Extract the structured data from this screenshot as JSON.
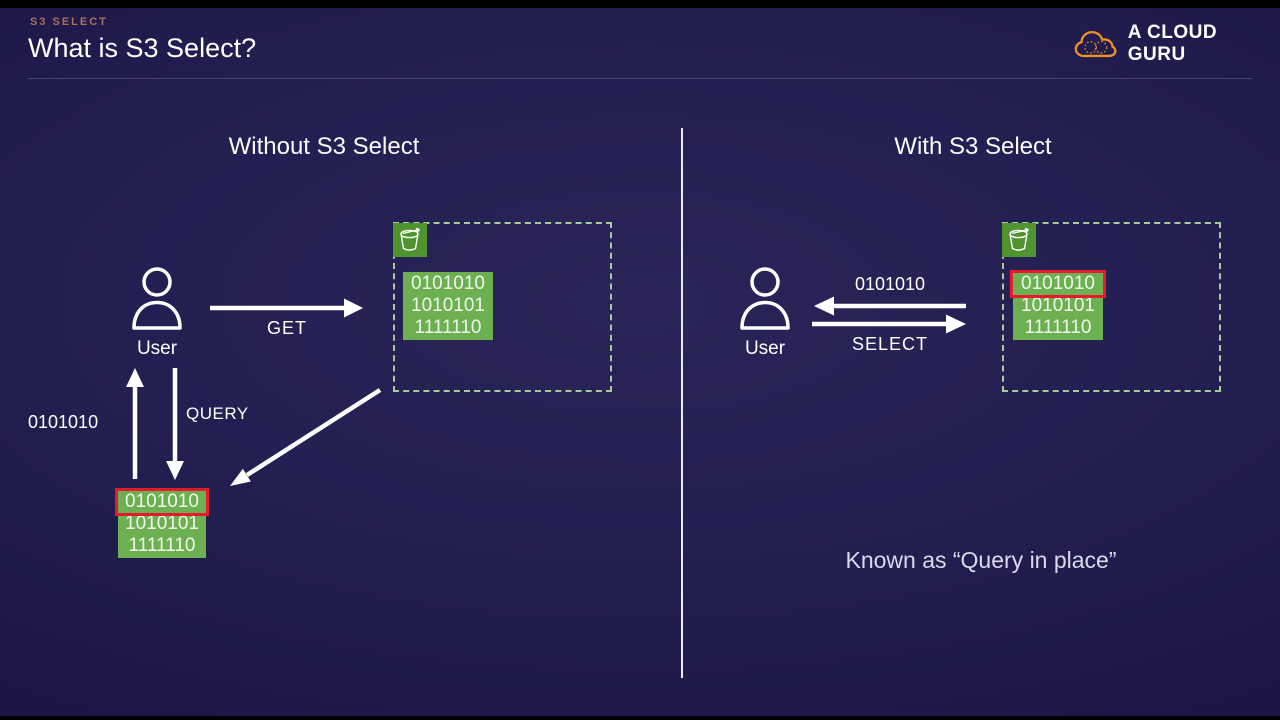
{
  "header": {
    "eyebrow": "S3 SELECT",
    "title": "What is S3 Select?"
  },
  "logo": {
    "text": "A CLOUD GURU"
  },
  "left_panel": {
    "heading": "Without S3 Select",
    "user_label": "User",
    "request_label": "GET",
    "query_label": "QUERY",
    "returned_data": "0101010",
    "bucket_block": {
      "rows": [
        "0101010",
        "1010101",
        "1111110"
      ]
    },
    "result_block": {
      "rows": [
        "0101010",
        "1010101",
        "1111110"
      ],
      "highlighted_row_index": 0
    }
  },
  "right_panel": {
    "heading": "With S3 Select",
    "user_label": "User",
    "request_label": "SELECT",
    "returned_data": "0101010",
    "bucket_block": {
      "rows": [
        "0101010",
        "1010101",
        "1111110"
      ],
      "highlighted_row_index": 0
    },
    "caption": "Known as “Query in place”"
  },
  "colors": {
    "background_navy": "#231e50",
    "eyebrow_orange": "#a9705a",
    "logo_orange": "#ef9325",
    "block_green": "#6cb052",
    "bucket_icon_green": "#4f9430",
    "highlight_red": "#e8192c",
    "dashed_border_green": "#a5cba0",
    "arrow_white": "#ffffff"
  }
}
